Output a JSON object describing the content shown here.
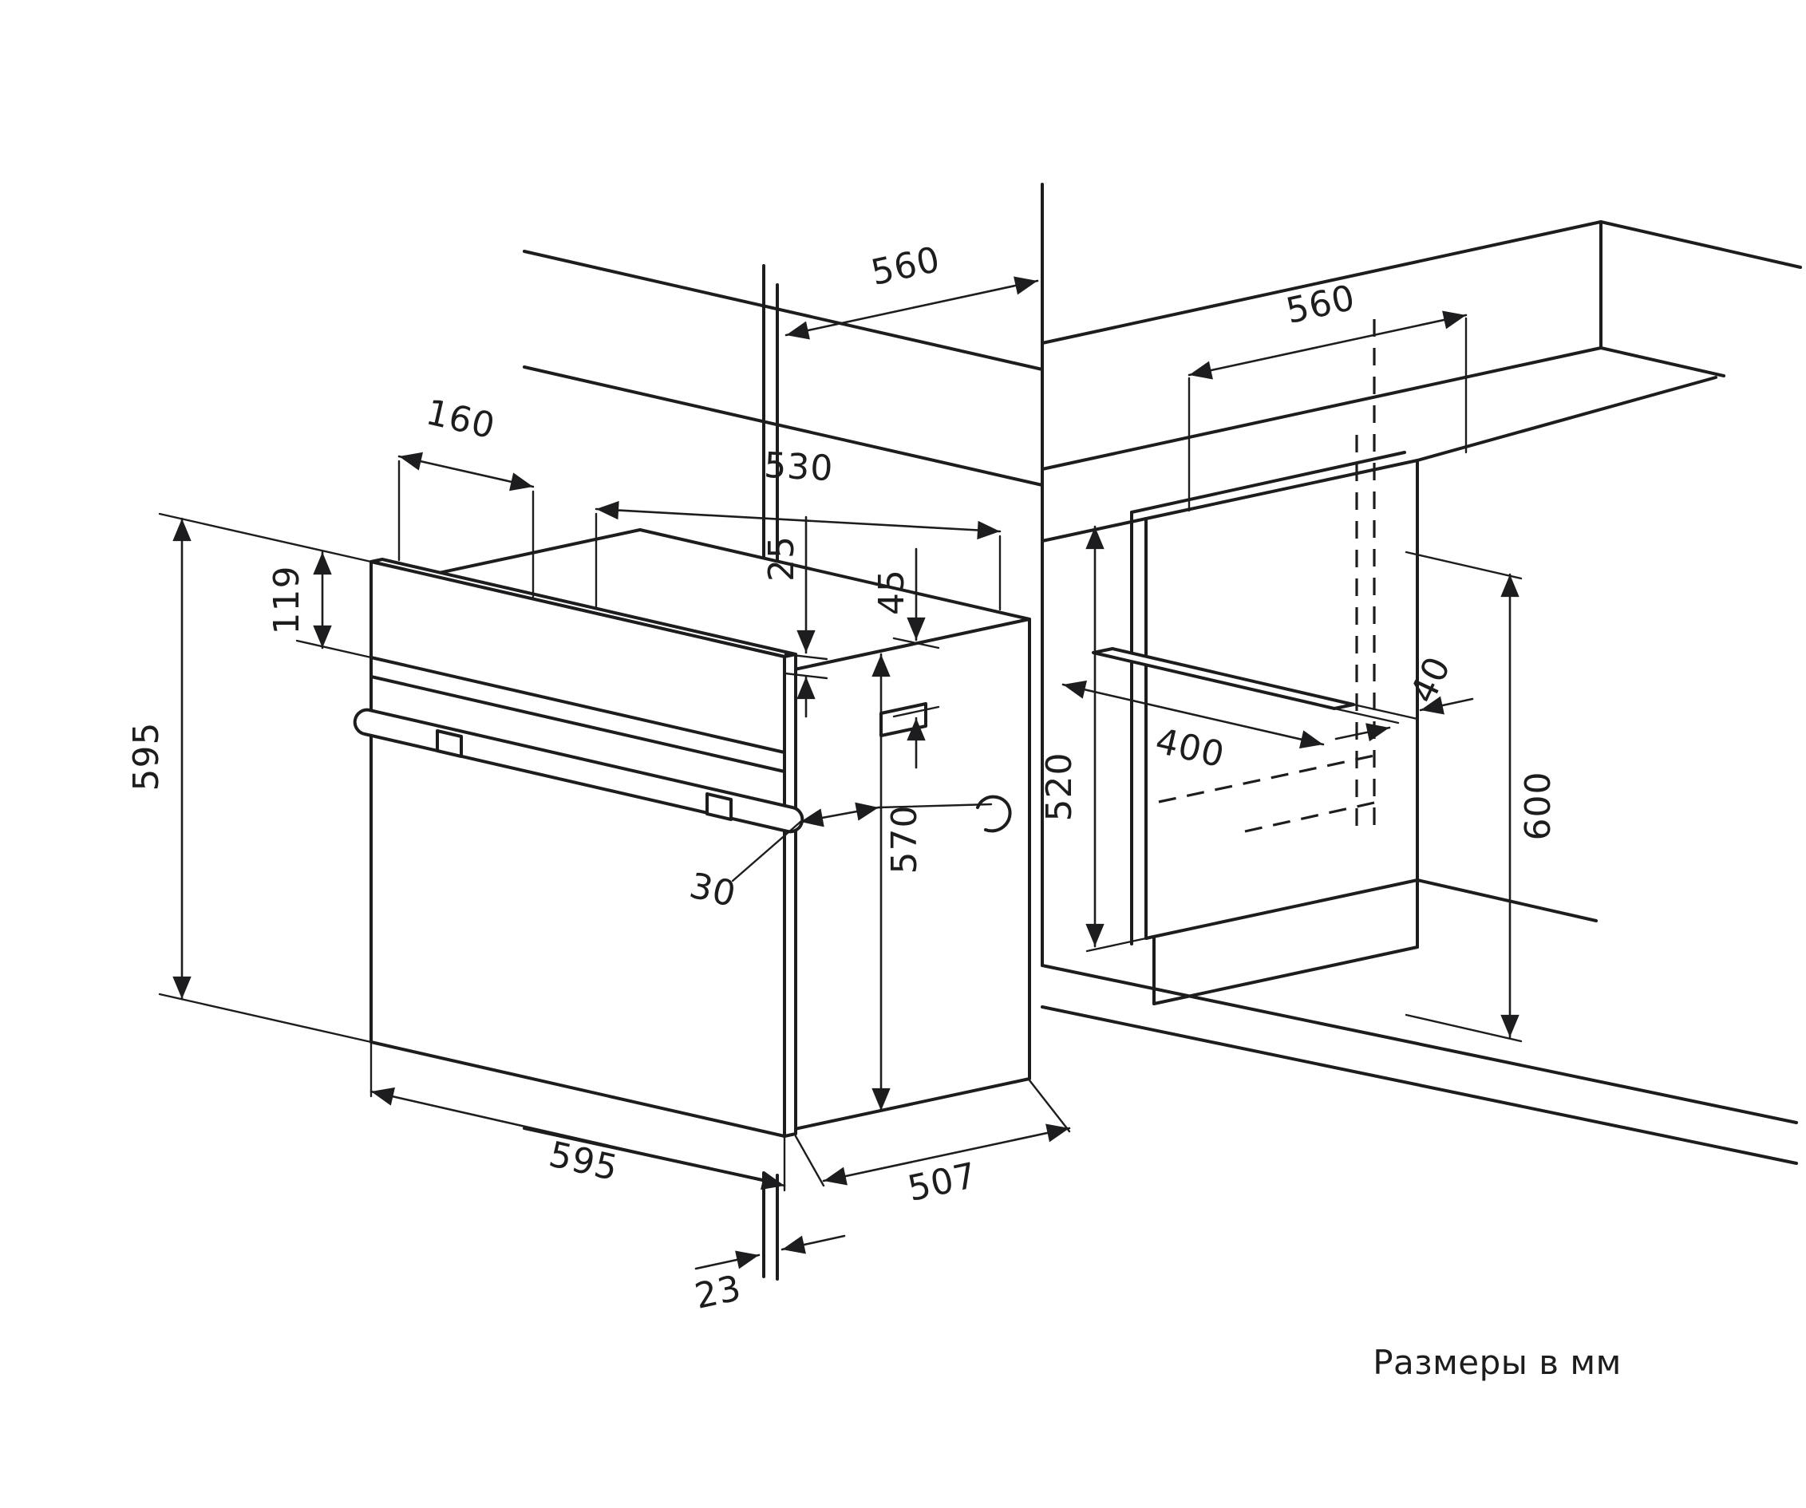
{
  "page": {
    "background": "#ffffff",
    "line_color": "#1d1d1f",
    "caption": "Размеры в мм"
  },
  "dimensions": {
    "niche_depth_left": "560",
    "niche_width_right": "560",
    "top_strip_depth": "160",
    "total_depth": "530",
    "top_clearance": "25",
    "side_clearance": "45",
    "oven_height": "595",
    "control_panel_height": "119",
    "body_height": "570",
    "handle_offset": "30",
    "oven_width": "595",
    "body_depth": "507",
    "facade_overhang": "23",
    "niche_opening_height": "520",
    "vent_distance": "400",
    "vent_gap": "40",
    "niche_height": "600"
  }
}
